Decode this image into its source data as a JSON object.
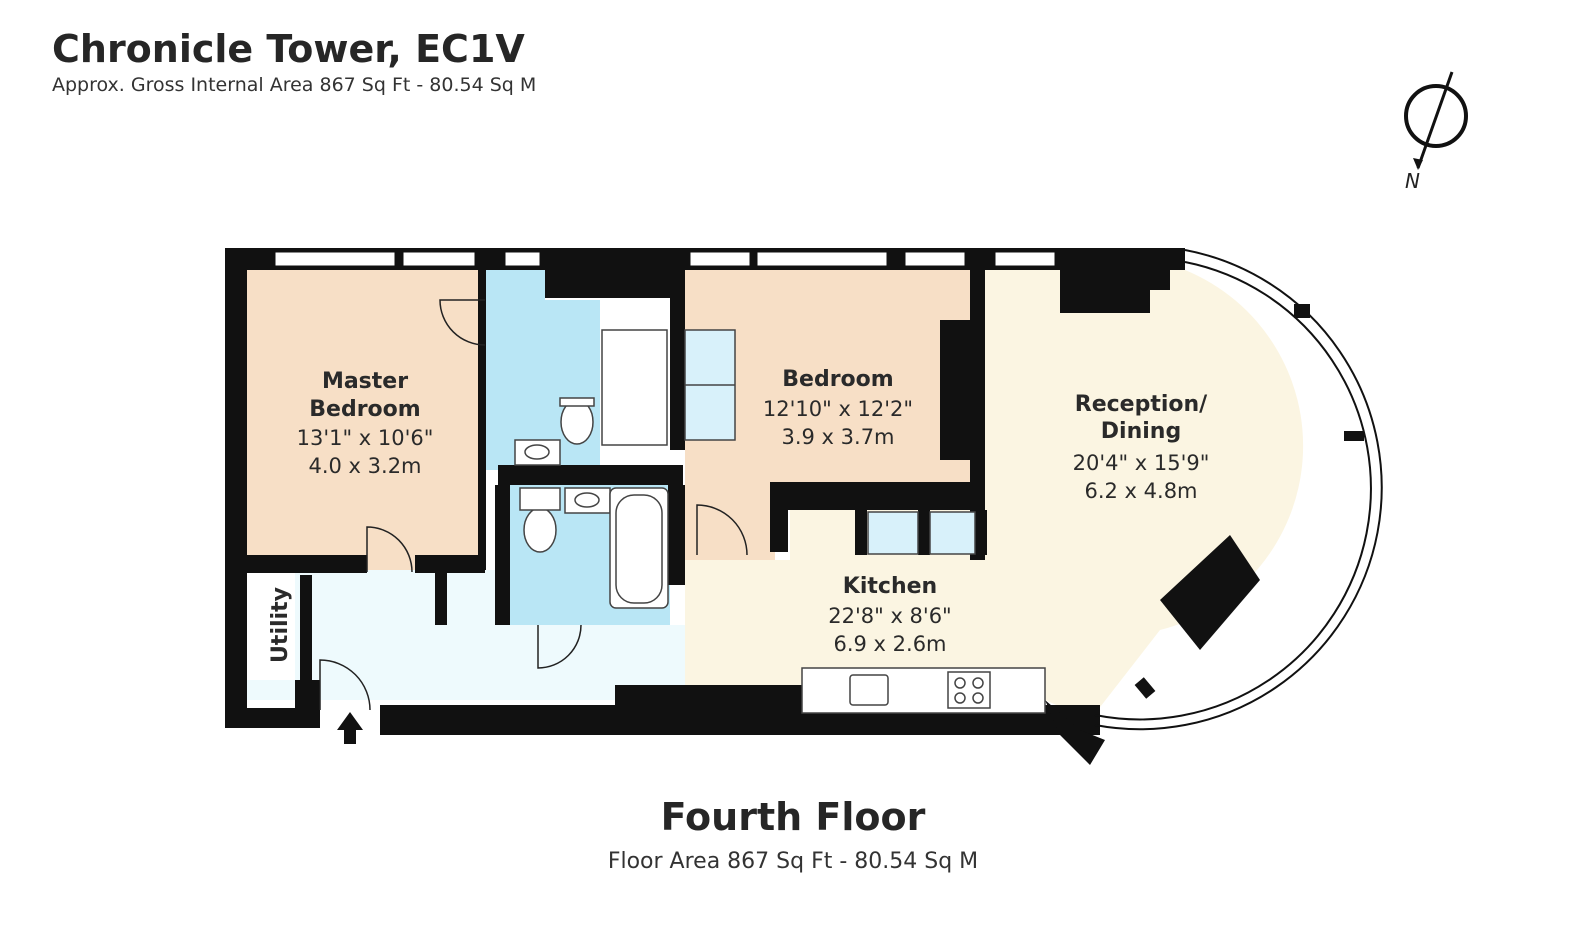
{
  "header": {
    "title": "Chronicle Tower, EC1V",
    "subtitle": "Approx. Gross Internal Area 867 Sq Ft - 80.54 Sq M"
  },
  "compass": {
    "label": "N",
    "icon": "north-compass-icon"
  },
  "rooms": {
    "master_bedroom": {
      "name_line1": "Master",
      "name_line2": "Bedroom",
      "dim_imperial": "13'1\" x 10'6\"",
      "dim_metric": "4.0 x 3.2m",
      "color": "#f7dfc6"
    },
    "bedroom": {
      "name": "Bedroom",
      "dim_imperial": "12'10\" x 12'2\"",
      "dim_metric": "3.9 x 3.7m",
      "color": "#f7dfc6"
    },
    "reception": {
      "name_line1": "Reception/",
      "name_line2": "Dining",
      "dim_imperial": "20'4\" x 15'9\"",
      "dim_metric": "6.2 x 4.8m",
      "color": "#fbf5e2"
    },
    "kitchen": {
      "name": "Kitchen",
      "dim_imperial": "22'8\" x 8'6\"",
      "dim_metric": "6.9 x 2.6m",
      "color": "#fbf5e2"
    },
    "utility": {
      "name": "Utility"
    },
    "bathroom": {
      "color": "#b9e6f5"
    },
    "hallway": {
      "color": "#eefafd"
    }
  },
  "footer": {
    "floor_title": "Fourth Floor",
    "floor_area": "Floor Area 867 Sq Ft - 80.54 Sq M"
  },
  "colors": {
    "wall": "#111111",
    "peach": "#f7dfc6",
    "cream": "#fbf5e2",
    "blue": "#b9e6f5",
    "light_blue": "#eefafd"
  }
}
